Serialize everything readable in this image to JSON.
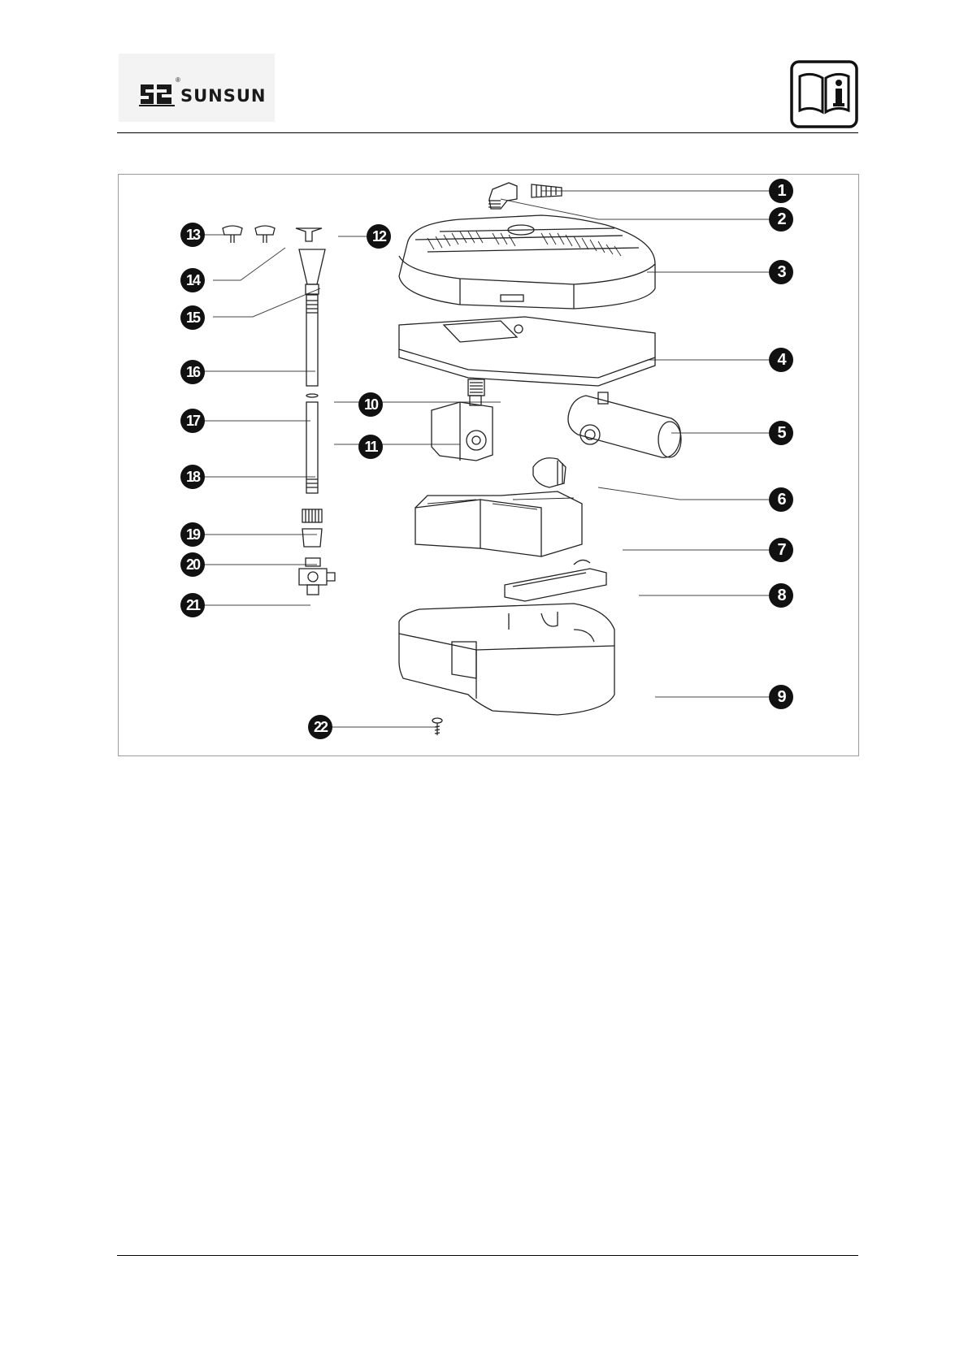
{
  "brand": {
    "name": "SUNSUN",
    "registered_mark": "®"
  },
  "header_icon": "read-manual-info-icon",
  "callouts": [
    "1",
    "2",
    "3",
    "4",
    "5",
    "6",
    "7",
    "8",
    "9",
    "10",
    "11",
    "12",
    "13",
    "14",
    "15",
    "16",
    "17",
    "18",
    "19",
    "20",
    "21",
    "22"
  ]
}
